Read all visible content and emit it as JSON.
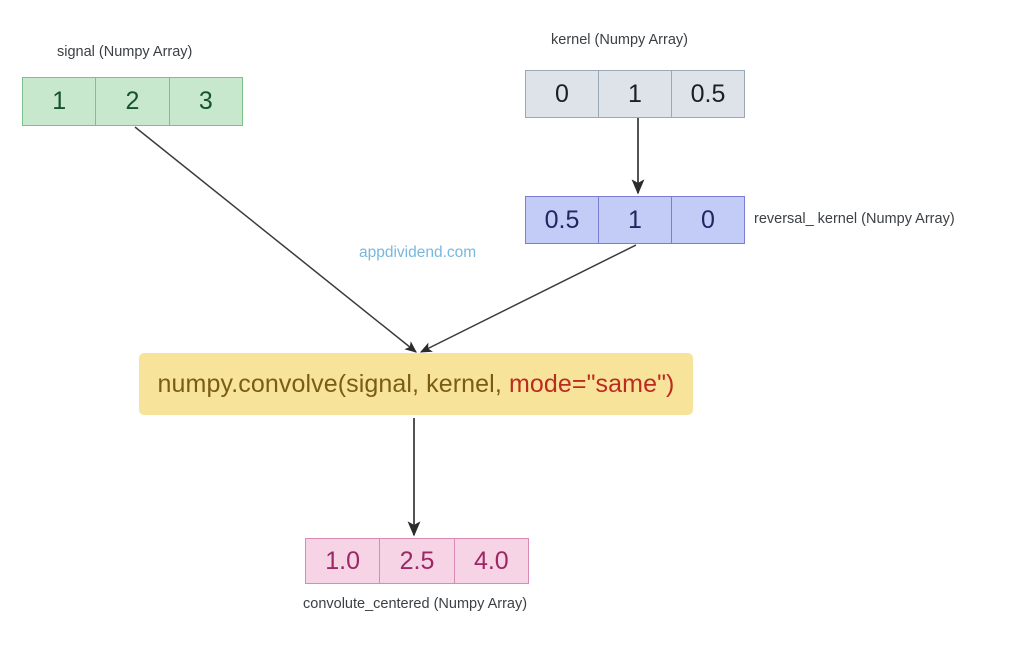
{
  "watermark": "appdividend.com",
  "signal": {
    "label": "signal (Numpy Array)",
    "values": [
      "1",
      "2",
      "3"
    ]
  },
  "kernel": {
    "label": "kernel (Numpy Array)",
    "values": [
      "0",
      "1",
      "0.5"
    ]
  },
  "reversal_kernel": {
    "label": "reversal_ kernel (Numpy Array)",
    "values": [
      "0.5",
      "1",
      "0"
    ]
  },
  "output": {
    "label": "convolute_centered (Numpy Array)",
    "values": [
      "1.0",
      "2.5",
      "4.0"
    ]
  },
  "function": {
    "call_prefix": "numpy.convolve(signal, kernel, ",
    "mode_argument": "mode=\"same\")"
  },
  "colors": {
    "signal_fill": "#c8e8cd",
    "signal_border": "#7cc08a",
    "signal_text": "#14532d",
    "kernel_fill": "#dee3e9",
    "kernel_border": "#9aa7b4",
    "reversal_fill": "#c3cbf7",
    "reversal_border": "#7b7fd4",
    "output_fill": "#f7d3e6",
    "output_border": "#d98ab5",
    "output_text": "#9b2765",
    "function_fill": "#f7e49a",
    "function_text": "#7a5c17",
    "mode_text": "#bd2a21",
    "watermark_text": "#79b7dd",
    "arrow": "#4a4a4a"
  }
}
